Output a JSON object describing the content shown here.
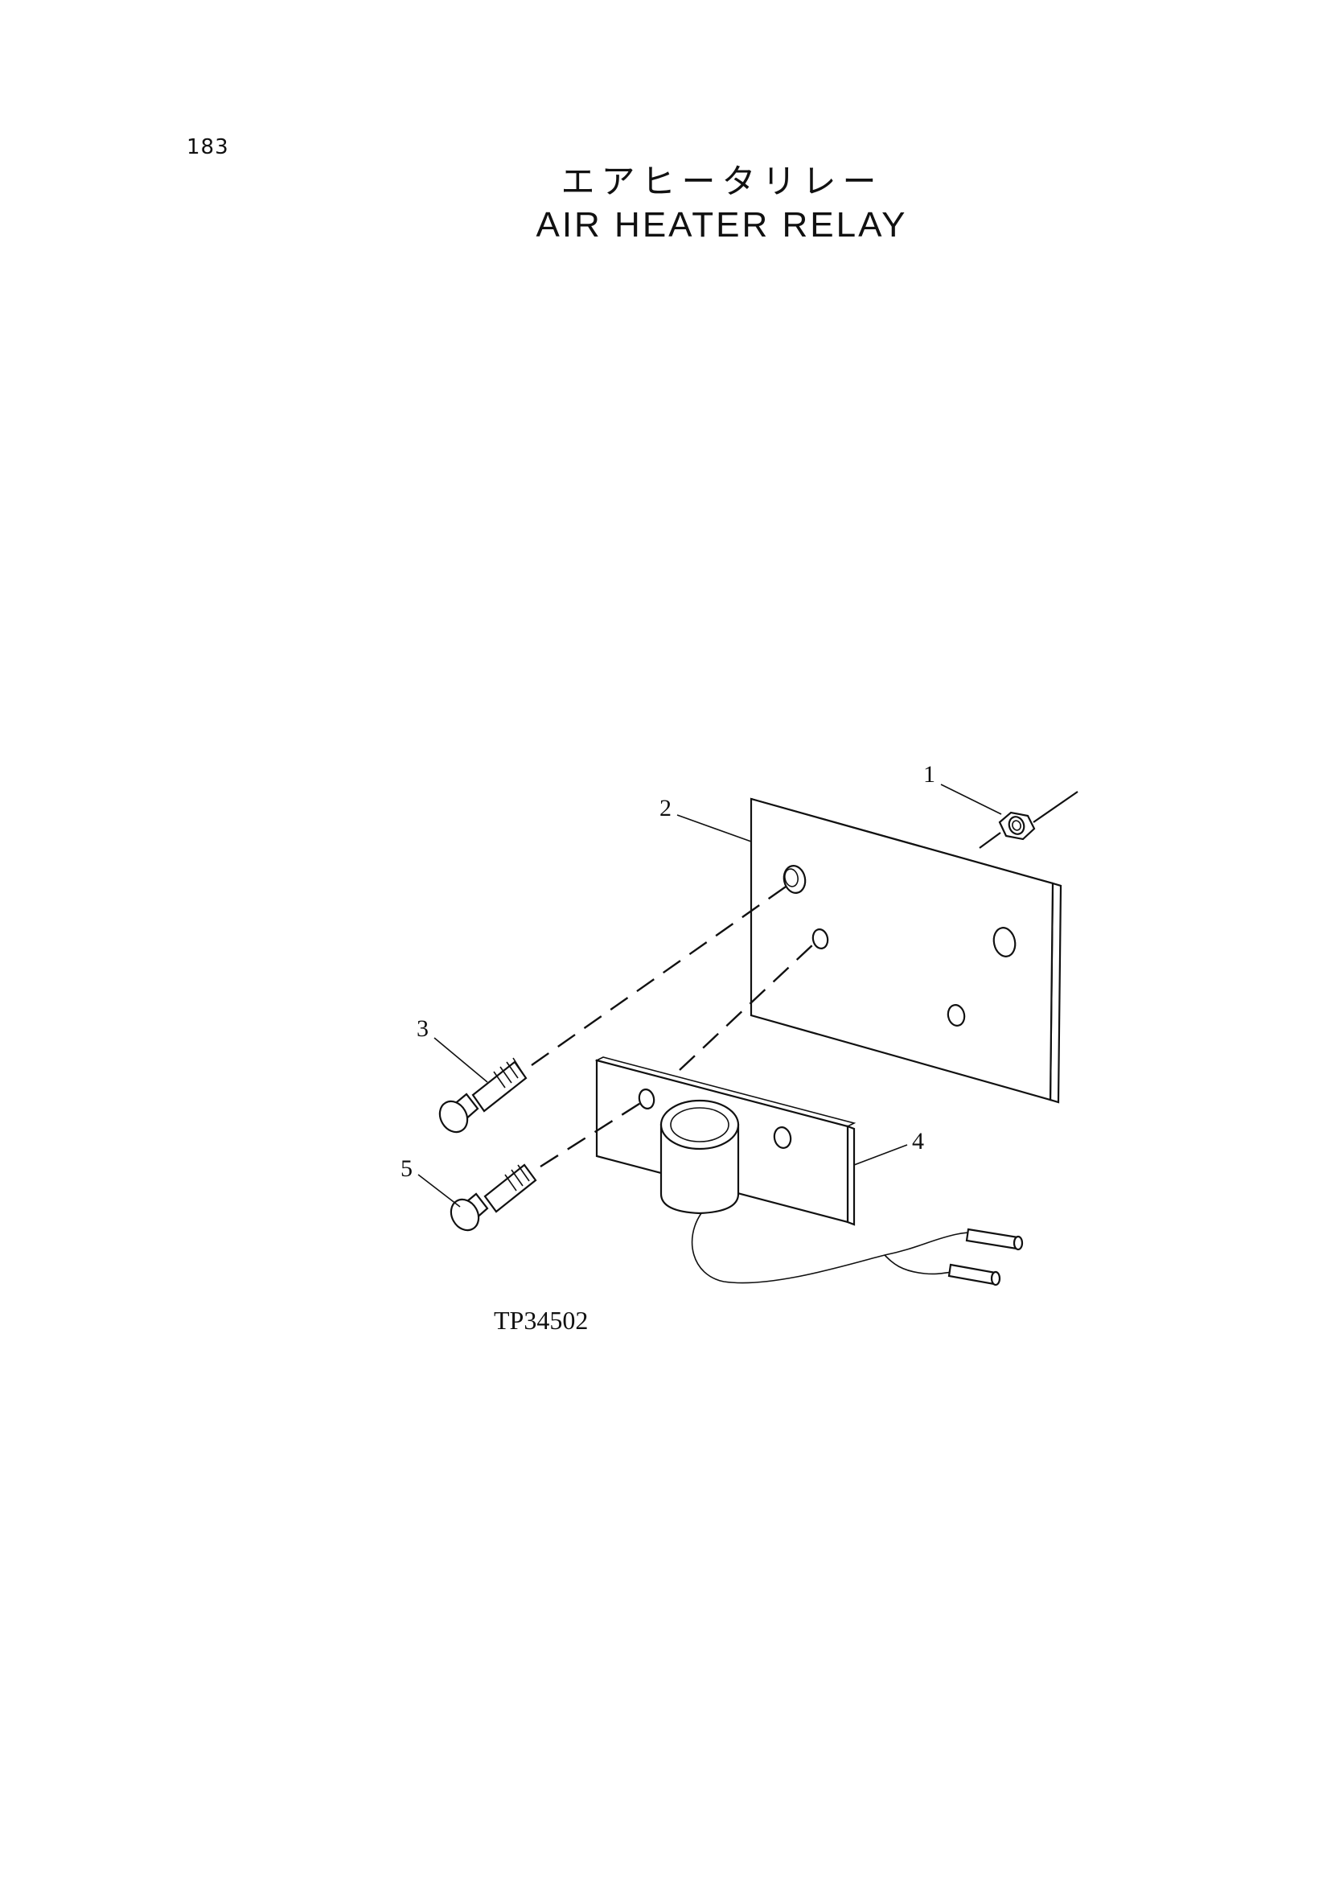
{
  "page": {
    "number": "183"
  },
  "title": {
    "japanese": "エアヒータリレー",
    "english": "AIR HEATER RELAY"
  },
  "diagram": {
    "figure_code": "TP34502",
    "callouts": [
      {
        "id": "1",
        "label": "1"
      },
      {
        "id": "2",
        "label": "2"
      },
      {
        "id": "3",
        "label": "3"
      },
      {
        "id": "4",
        "label": "4"
      },
      {
        "id": "5",
        "label": "5"
      }
    ],
    "parts_depicted": [
      "nut-icon",
      "mounting-plate-icon",
      "bolt-icon",
      "relay-icon",
      "bolt-icon"
    ]
  }
}
